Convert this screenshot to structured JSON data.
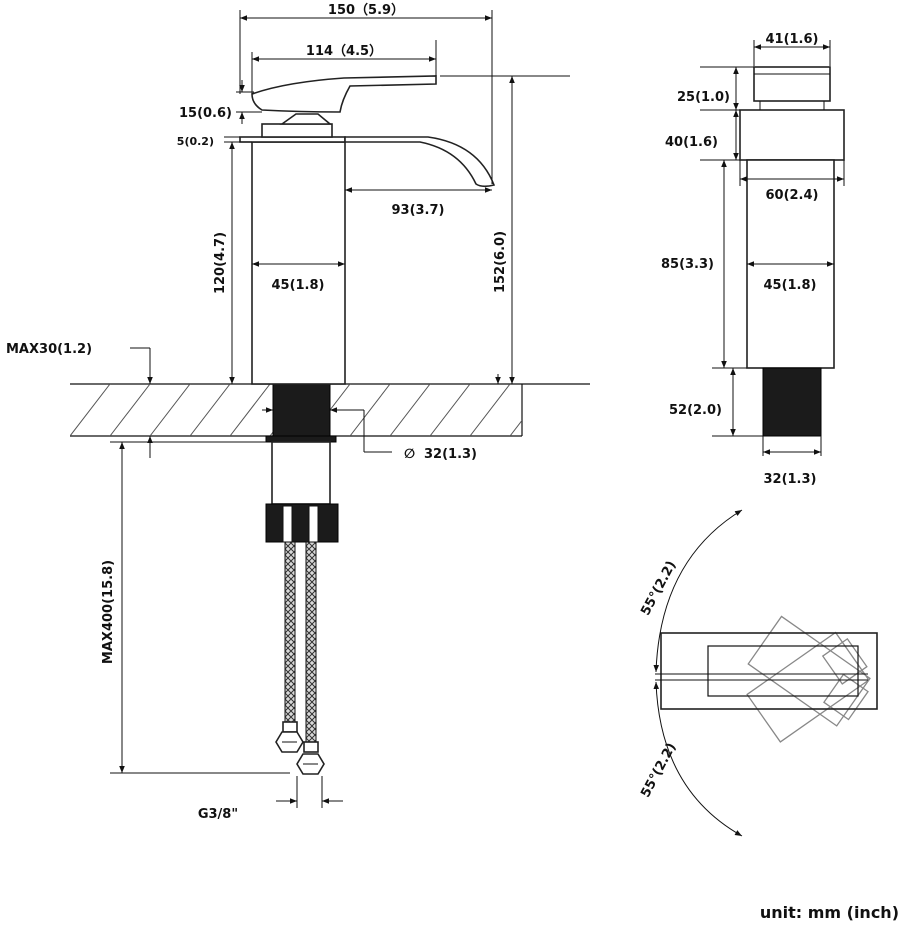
{
  "front_view": {
    "dims": {
      "total_length": "150（5.9）",
      "handle_length": "114（4.5）",
      "handle_height": "15(0.6)",
      "plate_thickness": "5(0.2)",
      "body_height": "120(4.7)",
      "body_width": "45(1.8)",
      "spout_reach": "93(3.7)",
      "total_height": "152(6.0)",
      "max_deck": "MAX30(1.2)",
      "hole_diameter_symbol": "∅",
      "hole_diameter": "32(1.3)",
      "max_hose": "MAX400(15.8)",
      "thread": "G3/8\""
    }
  },
  "side_view": {
    "dims": {
      "handle_width": "41(1.6)",
      "handle_cap_height": "25(1.0)",
      "handle_base_height": "40(1.6)",
      "base_width": "60(2.4)",
      "body_height": "85(3.3)",
      "body_width": "45(1.8)",
      "shank_height": "52(2.0)",
      "shank_width": "32(1.3)"
    }
  },
  "top_view": {
    "angle_upper": "55°(2.2)",
    "angle_lower": "55°(2.2)"
  },
  "unit_label": "unit: mm (inch)"
}
